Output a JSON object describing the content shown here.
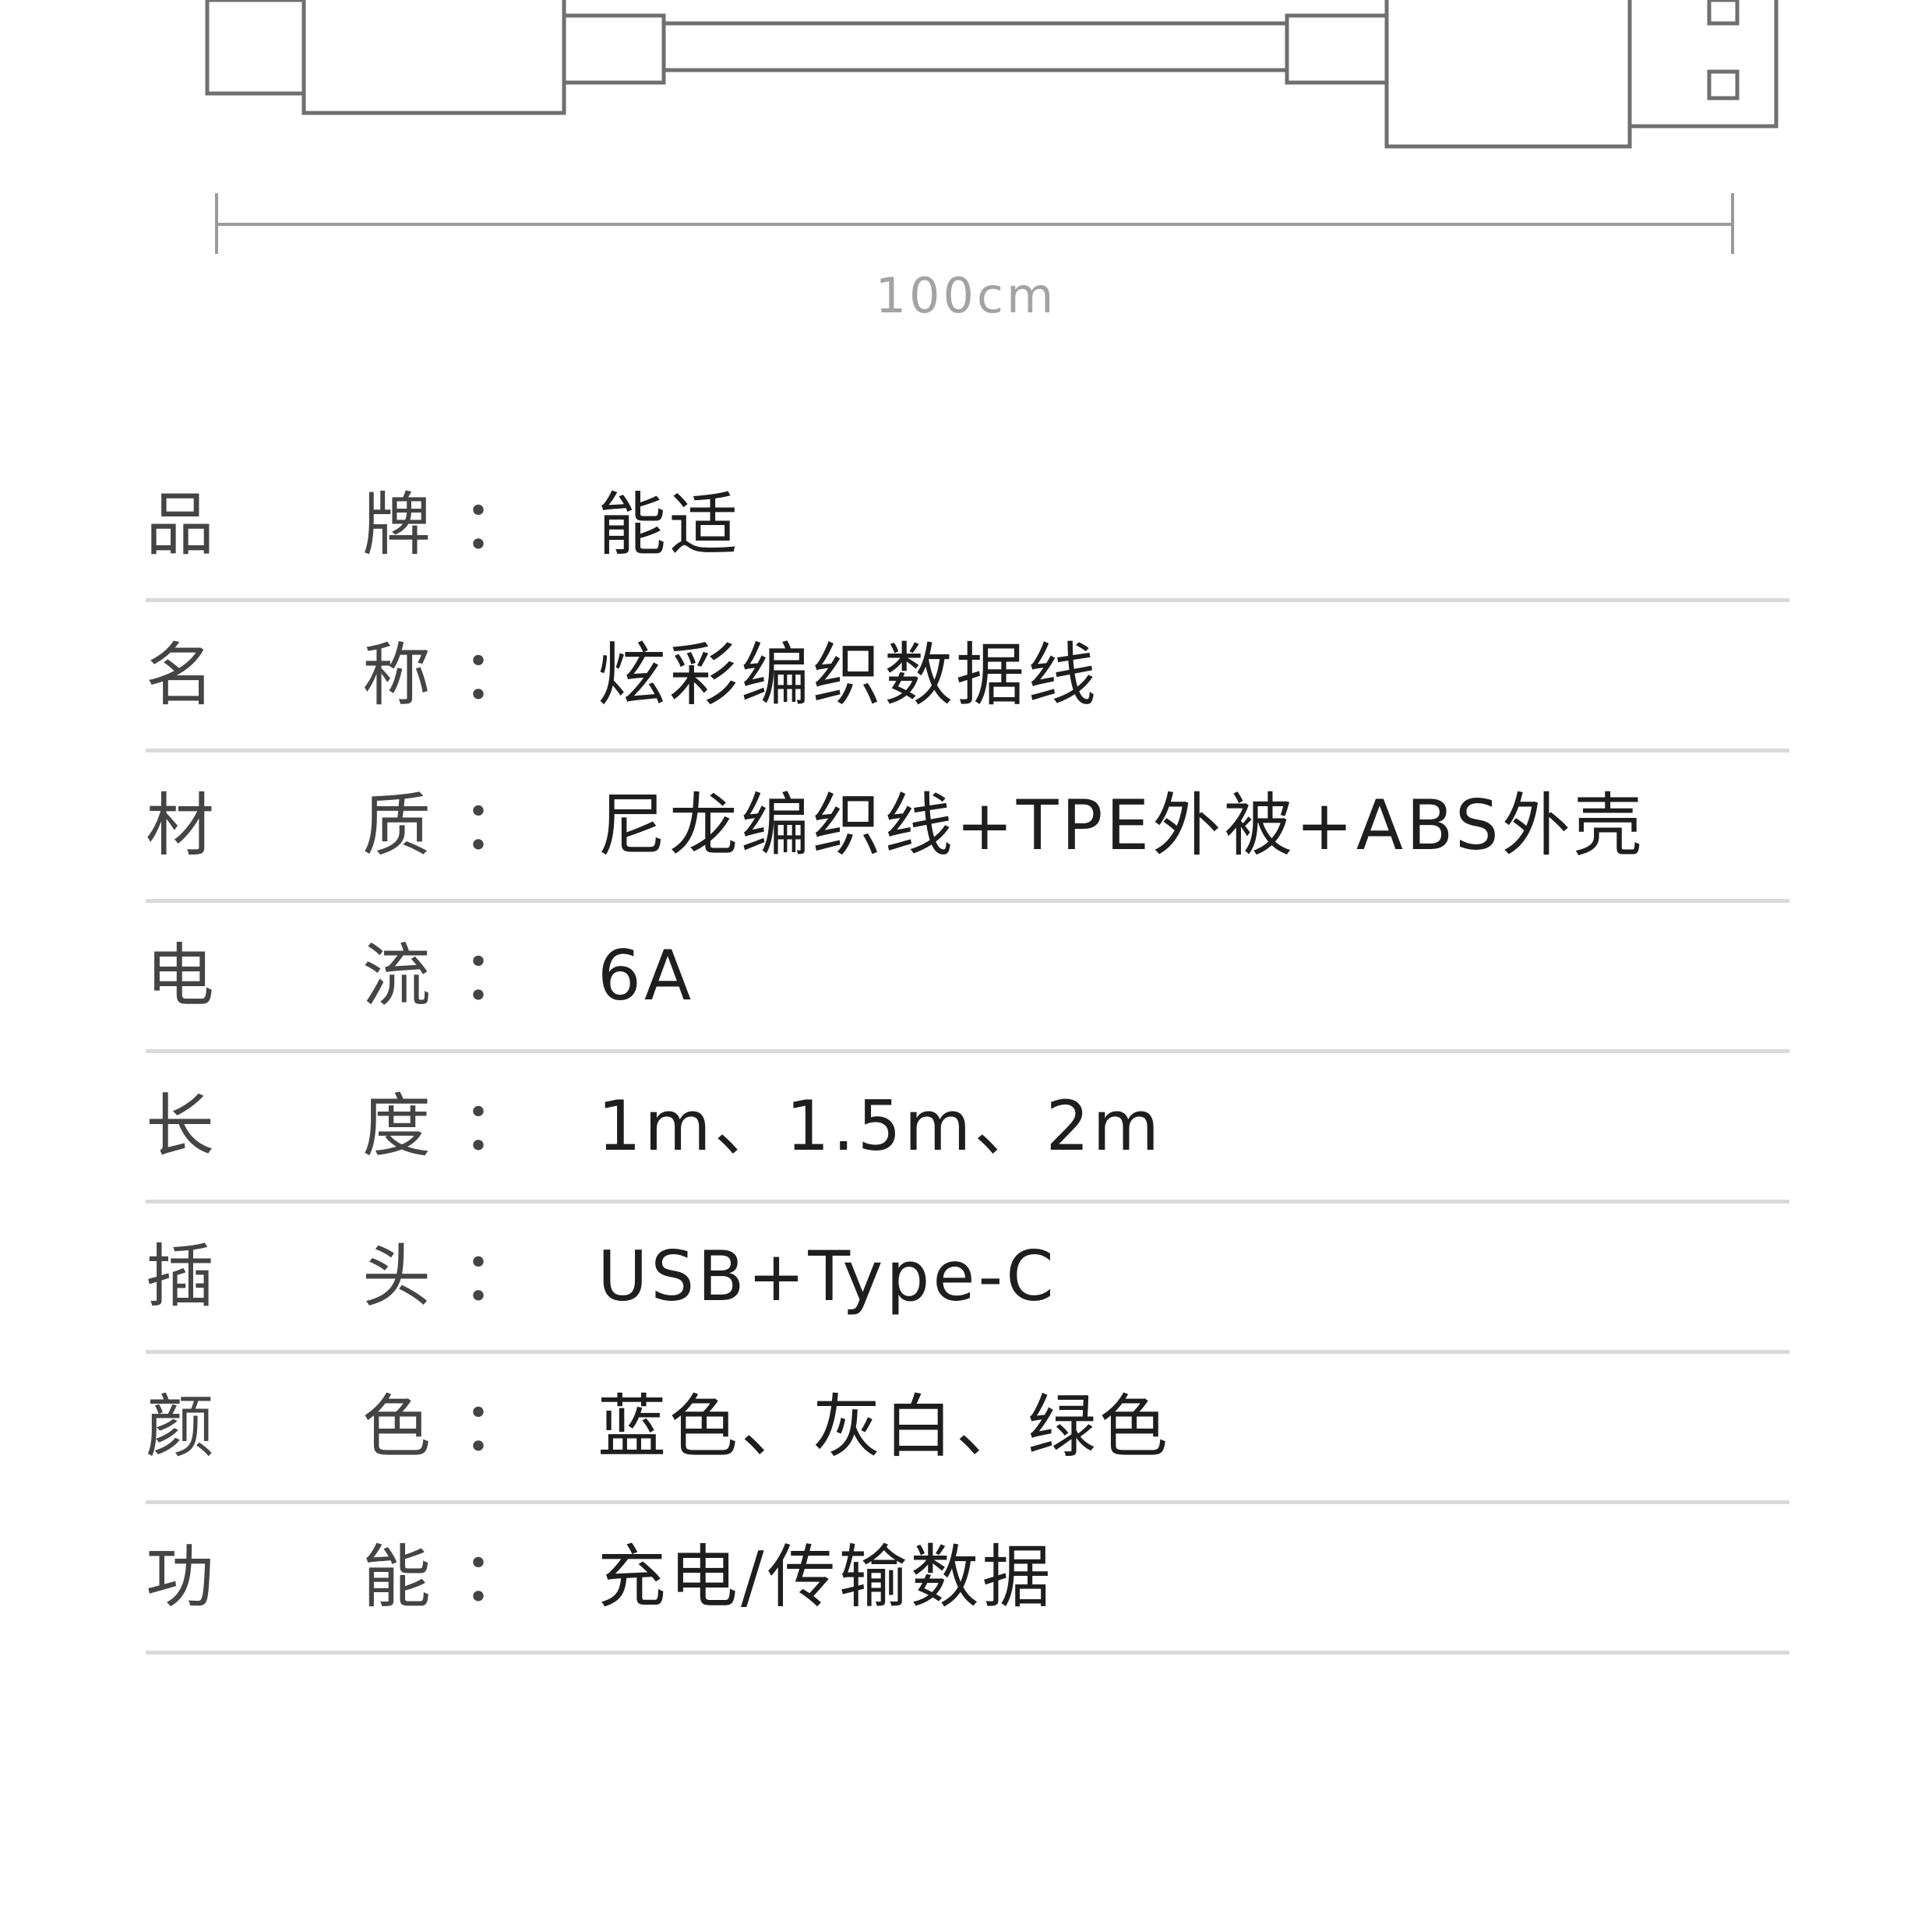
{
  "diagram": {
    "length_label": "100cm",
    "stroke_color": "#6f6f6f",
    "dimension_color": "#9a9a9a"
  },
  "specs": {
    "colon": "：",
    "rows": [
      {
        "label_a": "品",
        "label_b": "牌",
        "value": "能适"
      },
      {
        "label_a": "名",
        "label_b": "称",
        "value": "炫彩编织数据线"
      },
      {
        "label_a": "材",
        "label_b": "质",
        "value": "尼龙编织线+TPE外被+ABS外壳"
      },
      {
        "label_a": "电",
        "label_b": "流",
        "value": "6A"
      },
      {
        "label_a": "长",
        "label_b": "度",
        "value": "1m、1.5m、2m"
      },
      {
        "label_a": "插",
        "label_b": "头",
        "value": "USB+Type-C"
      },
      {
        "label_a": "颜",
        "label_b": "色",
        "value": "蓝色、灰白、绿色"
      },
      {
        "label_a": "功",
        "label_b": "能",
        "value": "充电/传输数据"
      }
    ]
  }
}
